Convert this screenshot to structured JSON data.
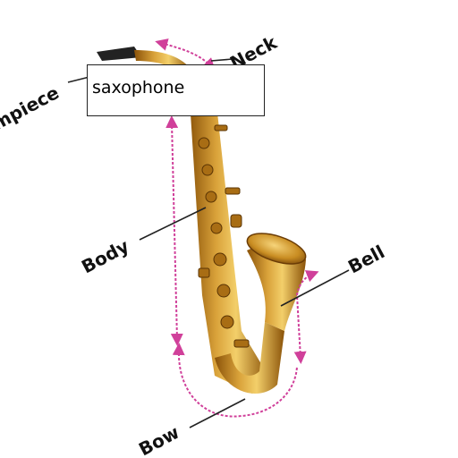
{
  "labels": {
    "mouthpiece": "mpiece",
    "neck": "Neck",
    "body": "Body",
    "bell": "Bell",
    "bow": "Bow"
  },
  "answer": {
    "text": "saxophone"
  },
  "colors": {
    "arrow": "#d0409a",
    "brass": "#c68a1c",
    "brass_dark": "#7a4a0a",
    "leader": "#222222"
  }
}
